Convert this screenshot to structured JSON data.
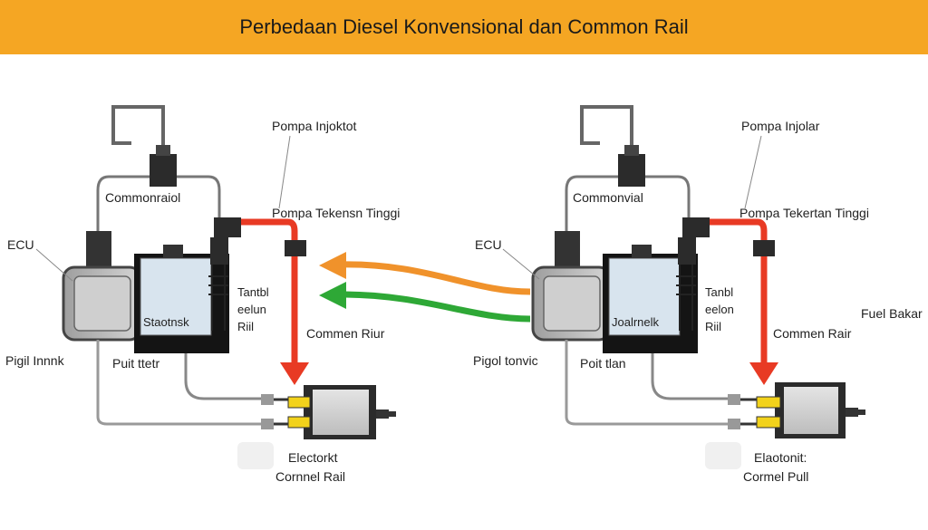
{
  "title": "Perbedaan Diesel Konvensional dan Common Rail",
  "colors": {
    "title_bar": "#f5a623",
    "high_pressure_line": "#e83a24",
    "arrow_orange": "#f0922b",
    "arrow_green": "#2ea836",
    "injector_yellow": "#f2d21b"
  },
  "left_system": {
    "pompa_injektor": "Pompa Injoktot",
    "commonrail_top": "Commonraiol",
    "ecu": "ECU",
    "pompa_tekanan": "Pompa Tekensn Tinggi",
    "tank_label_line1": "Tantbl",
    "tank_label_line2": "eelun",
    "tank_label_line3": "Riil",
    "module_label": "Staotnsk",
    "common_rail_label": "Commen Riur",
    "pigil_label": "Pigil Innnk",
    "fuel_filter": "Puit ttetr",
    "bottom_label_line1": "Electorkt",
    "bottom_label_line2": "Cornnel Rail"
  },
  "right_system": {
    "pompa_injektor": "Pompa Injolar",
    "commonrail_top": "Commonvial",
    "ecu": "ECU",
    "pompa_tekanan": "Pompa Tekertan Tinggi",
    "tank_label_line1": "Tanbl",
    "tank_label_line2": "eelon",
    "tank_label_line3": "Riil",
    "module_label": "Joalrnelk",
    "common_rail_label": "Commen Rair",
    "fuel_label": "Fuel Bakar",
    "pigil_label": "Pigol tonvic",
    "fuel_filter": "Poit tlan",
    "bottom_label_line1": "Elaotonit:",
    "bottom_label_line2": "Cormel Pull"
  },
  "icons": {
    "arrow_left_orange": "arrow-left-orange-icon",
    "arrow_left_green": "arrow-left-green-icon"
  }
}
